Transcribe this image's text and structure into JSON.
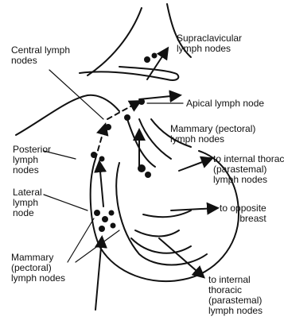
{
  "labels": {
    "central": [
      "Central lymph",
      "nodes"
    ],
    "supraclavicular": [
      "Supraclavicular",
      "lymph nodes"
    ],
    "apical": [
      "Apical lymph node"
    ],
    "mammary_upper": [
      "Mammary (pectoral)",
      "lymph nodes"
    ],
    "internal_upper": [
      "to internal thoracic",
      "(parastemal)",
      "lymph nodes"
    ],
    "posterior": [
      "Posterior",
      "lymph",
      "nodes"
    ],
    "lateral": [
      "Lateral",
      "lymph",
      "node"
    ],
    "opposite": [
      "to opposite",
      "breast"
    ],
    "mammary_lower": [
      "Mammary",
      "(pectoral)",
      "lymph nodes"
    ],
    "internal_lower": [
      "to internal",
      "thoracic",
      "(parastemal)",
      "lymph nodes"
    ]
  },
  "colors": {
    "ink": "#111111",
    "paper": "#ffffff"
  }
}
